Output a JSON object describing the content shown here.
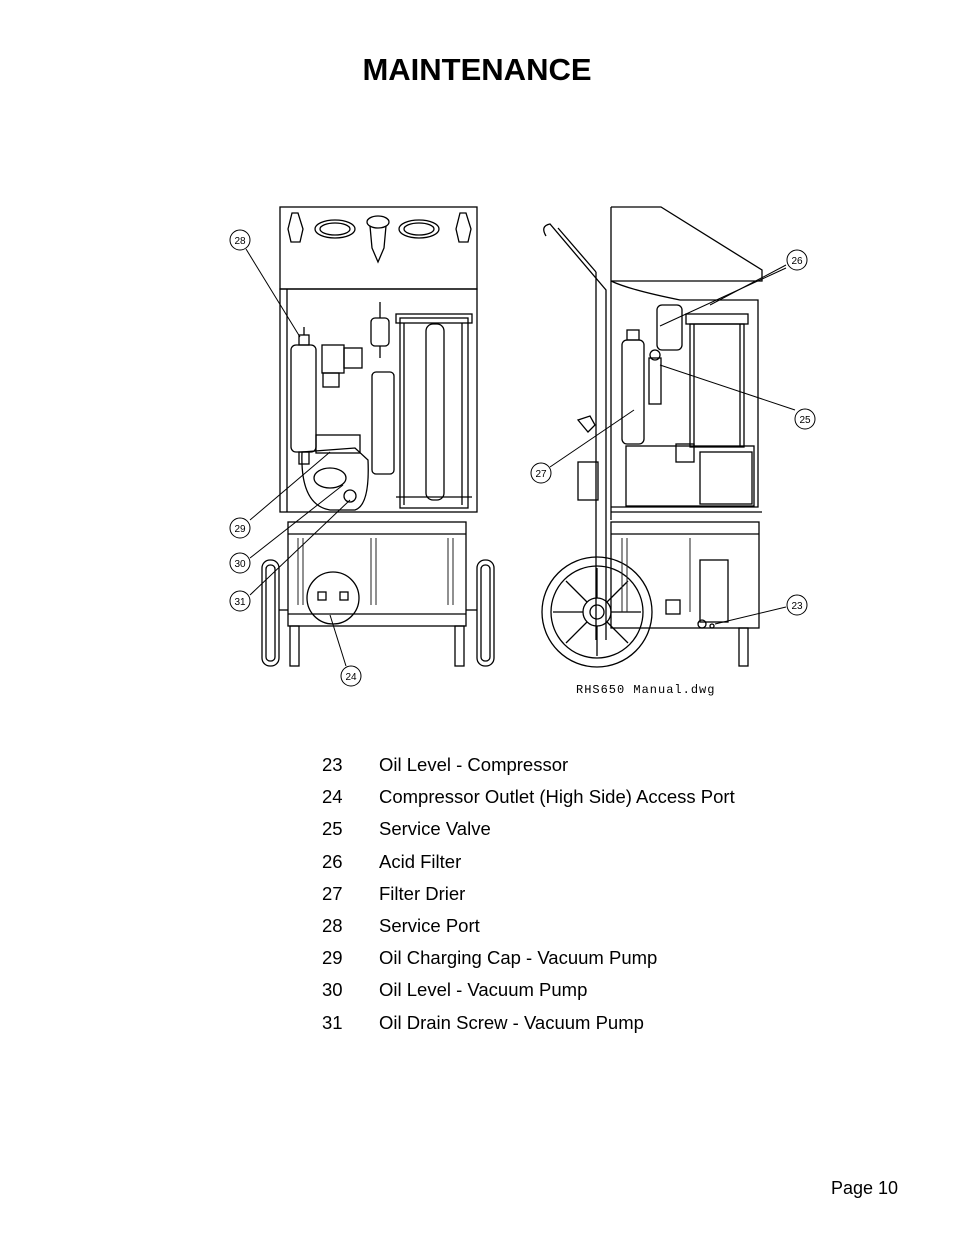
{
  "page": {
    "title": "MAINTENANCE",
    "page_label": "Page 10"
  },
  "figure": {
    "drawing_label": "RHS650  Manual.dwg",
    "callouts": [
      "23",
      "24",
      "25",
      "26",
      "27",
      "28",
      "29",
      "30",
      "31"
    ]
  },
  "legend": {
    "items": [
      {
        "num": "23",
        "desc": "Oil Level - Compressor"
      },
      {
        "num": "24",
        "desc": "Compressor Outlet (High Side) Access Port"
      },
      {
        "num": "25",
        "desc": "Service Valve"
      },
      {
        "num": "26",
        "desc": "Acid Filter"
      },
      {
        "num": "27",
        "desc": "Filter Drier"
      },
      {
        "num": "28",
        "desc": "Service Port"
      },
      {
        "num": "29",
        "desc": "Oil Charging Cap - Vacuum Pump"
      },
      {
        "num": "30",
        "desc": "Oil Level - Vacuum Pump"
      },
      {
        "num": "31",
        "desc": "Oil Drain Screw - Vacuum Pump"
      }
    ]
  }
}
